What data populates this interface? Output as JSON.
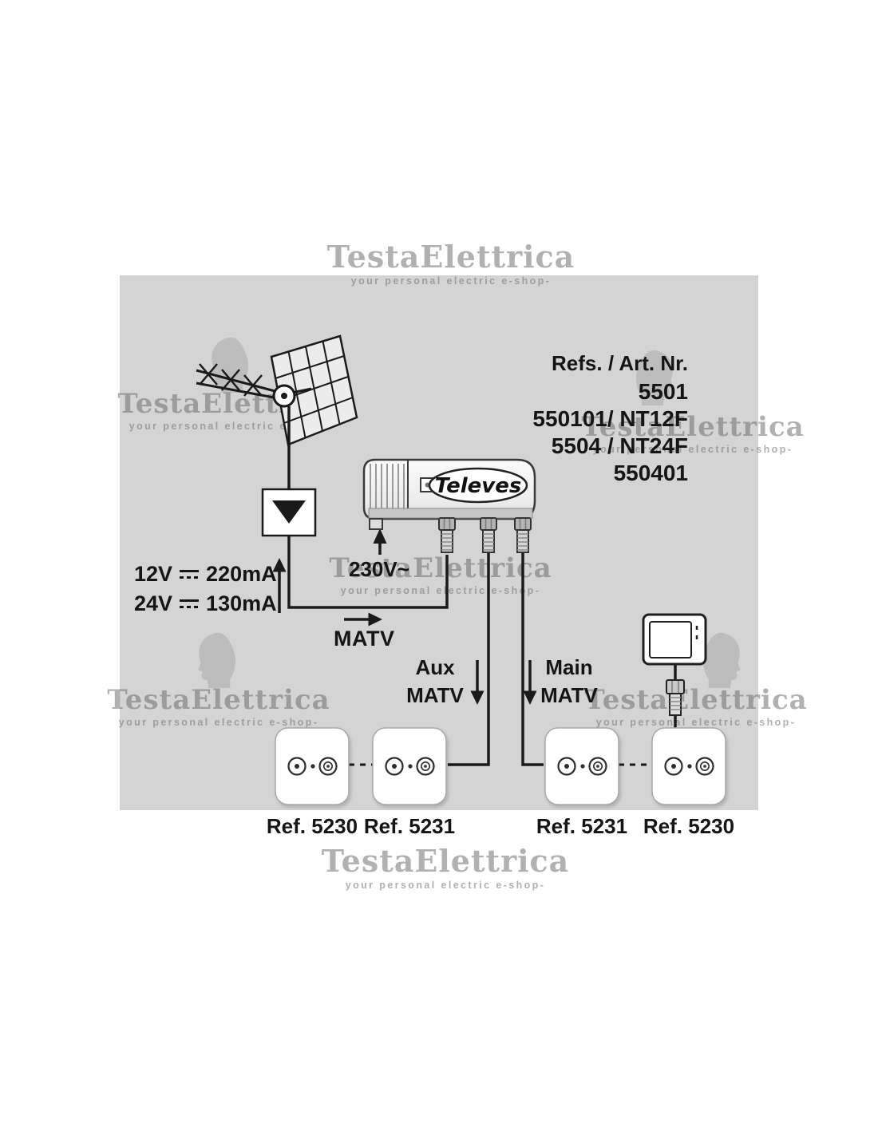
{
  "watermark": {
    "brand": "TestaElettrica",
    "tagline": "your personal electric e-shop-"
  },
  "refs": {
    "title": "Refs. / Art. Nr.",
    "items": [
      "5501",
      "550101/ NT12F",
      "5504 / NT24F",
      "550401"
    ]
  },
  "power": {
    "v1": "12V",
    "a1": "220mA",
    "v2": "24V",
    "a2": "130mA",
    "mains": "230V~"
  },
  "flow": {
    "matv": "MATV",
    "aux_label": "Aux",
    "aux_sub": "MATV",
    "main_label": "Main",
    "main_sub": "MATV"
  },
  "device": {
    "brand": "Televes"
  },
  "outlets": [
    "Ref. 5230",
    "Ref. 5231",
    "Ref. 5231",
    "Ref. 5230"
  ],
  "colors": {
    "panel": "#d4d4d4",
    "line": "#1a1a1a",
    "watermark_gray": "#8f8f8f"
  }
}
